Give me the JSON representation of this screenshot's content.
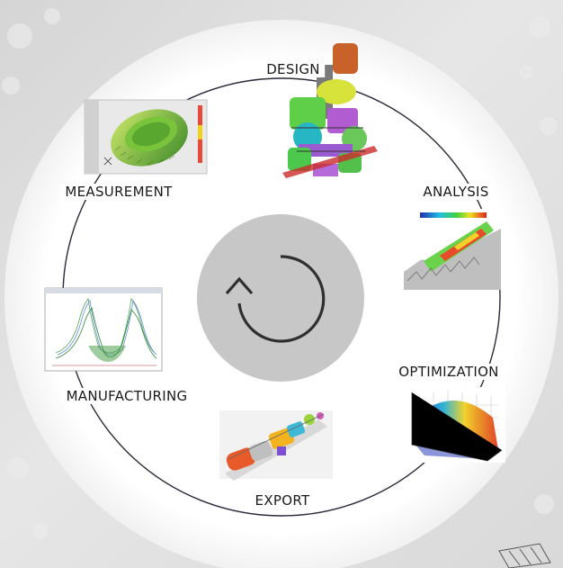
{
  "stages": [
    {
      "id": "design",
      "label": "DESIGN"
    },
    {
      "id": "analysis",
      "label": "ANALYSIS"
    },
    {
      "id": "optimization",
      "label": "OPTIMIZATION"
    },
    {
      "id": "export",
      "label": "EXPORT"
    },
    {
      "id": "manufacturing",
      "label": "MANUFACTURING"
    },
    {
      "id": "measurement",
      "label": "MEASUREMENT"
    }
  ],
  "colors": {
    "ring": "#2a2a3a",
    "disc": "#ffffff",
    "center": "#c7c7c7",
    "arrow": "#2f2f2f",
    "background": "#dcdcdc"
  },
  "icons": {
    "center": "cycle-arrow-icon"
  }
}
